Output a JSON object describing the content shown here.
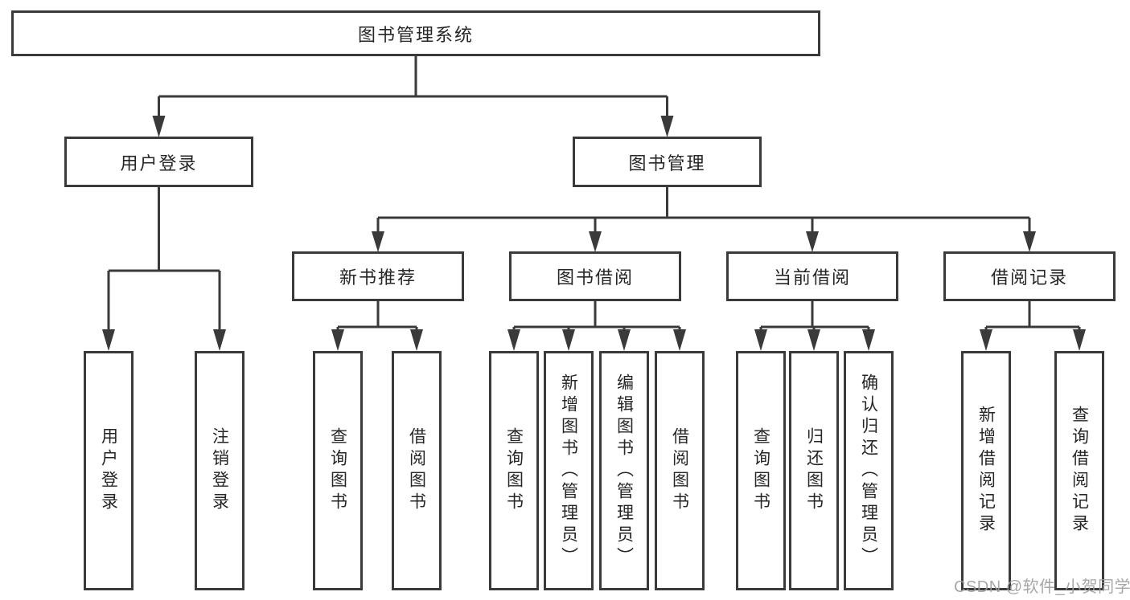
{
  "tree": {
    "label": "图书管理系统",
    "children": [
      {
        "label": "用户登录",
        "children": [
          {
            "label": "用户登录"
          },
          {
            "label": "注销登录"
          }
        ]
      },
      {
        "label": "图书管理",
        "children": [
          {
            "label": "新书推荐",
            "children": [
              {
                "label": "查询图书"
              },
              {
                "label": "借阅图书"
              }
            ]
          },
          {
            "label": "图书借阅",
            "children": [
              {
                "label": "查询图书"
              },
              {
                "label": "新增图书（管理员）"
              },
              {
                "label": "编辑图书（管理员）"
              },
              {
                "label": "借阅图书"
              }
            ]
          },
          {
            "label": "当前借阅",
            "children": [
              {
                "label": "查询图书"
              },
              {
                "label": "归还图书"
              },
              {
                "label": "确认归还（管理员）"
              }
            ]
          },
          {
            "label": "借阅记录",
            "children": [
              {
                "label": "新增借阅记录"
              },
              {
                "label": "查询借阅记录"
              }
            ]
          }
        ]
      }
    ]
  },
  "watermark": {
    "text": "CSDN @软件_小贺同学"
  },
  "colors": {
    "line": "#3a3a3a",
    "text": "#262626",
    "watermark": "#9e9e9e",
    "background": "#ffffff"
  }
}
